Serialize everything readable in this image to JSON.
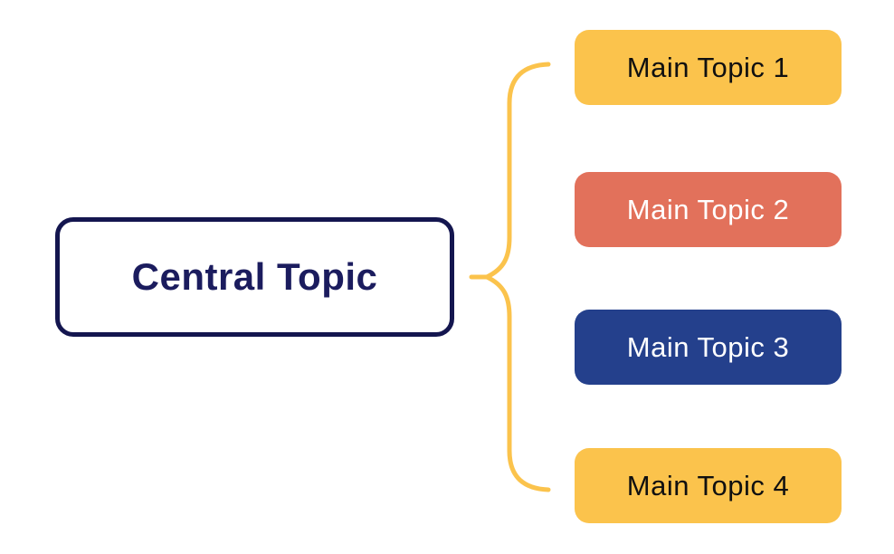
{
  "canvas": {
    "background": "#ffffff"
  },
  "central": {
    "label": "Central Topic",
    "bg": "#ffffff",
    "border_color": "#14164F",
    "text_color": "#1B1C5E"
  },
  "branches": [
    {
      "label": "Main Topic 1",
      "bg": "#FBC34C",
      "text_color": "#101010"
    },
    {
      "label": "Main Topic 2",
      "bg": "#E2715B",
      "text_color": "#ffffff"
    },
    {
      "label": "Main Topic 3",
      "bg": "#24408C",
      "text_color": "#ffffff"
    },
    {
      "label": "Main Topic 4",
      "bg": "#FBC34C",
      "text_color": "#101010"
    }
  ],
  "connector": {
    "shape": "curly-brace",
    "color": "#FBC34C"
  }
}
